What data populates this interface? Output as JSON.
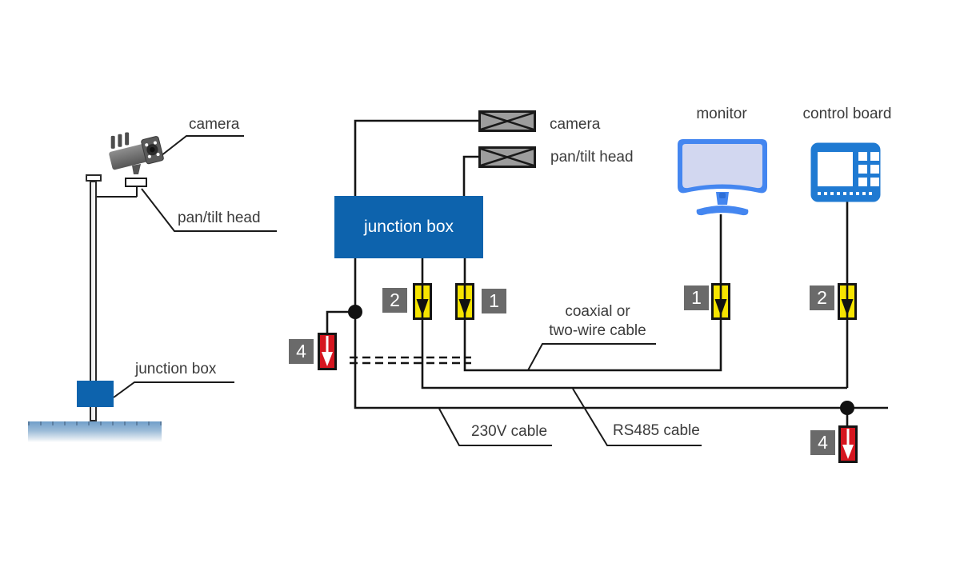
{
  "labels": {
    "camera_pole": "camera",
    "pan_tilt_pole": "pan/tilt head",
    "junction_box_pole": "junction box",
    "junction_box": "junction box",
    "camera": "camera",
    "pan_tilt": "pan/tilt head",
    "monitor": "monitor",
    "control_board": "control board",
    "coax_line1": "coaxial or",
    "coax_line2": "two-wire cable",
    "power_cable": "230V cable",
    "rs485_cable": "RS485 cable"
  },
  "markers": {
    "control_left": "2",
    "video_left": "1",
    "power_left": "4",
    "video_right": "1",
    "control_right": "2",
    "power_right": "4"
  },
  "colors": {
    "box_blue": "#0d63ad",
    "monitor_blue": "#4486f0",
    "screen_lavender": "#d2d7f0",
    "control_blue": "#1f7ad2",
    "arrester_yellow": "#f6e400",
    "arrester_red": "#d5161f",
    "chip_gray": "#6a6a6a",
    "symbol_gray": "#9d9d9d",
    "wire_black": "#141414"
  }
}
